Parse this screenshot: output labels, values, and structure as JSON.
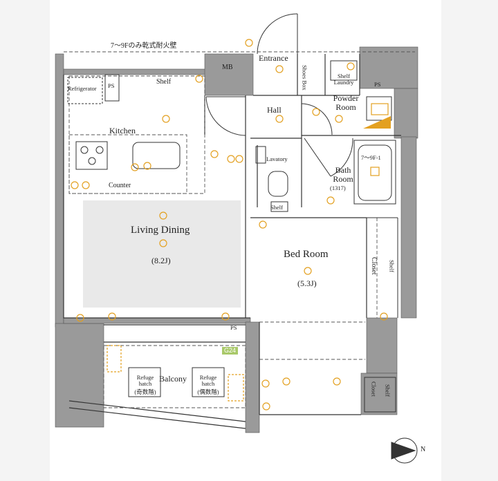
{
  "rooms": {
    "entrance": "Entrance",
    "mb": "MB",
    "shoes_box": "Shoes Box",
    "shelf_laundry": "Shelf Laundry",
    "ps_top_left": "PS",
    "ps_right": "PS",
    "ps_bottom": "PS",
    "refrigerator": "Refrigerator",
    "shelf_kitchen": "Shelf",
    "kitchen": "Kitchen",
    "counter": "Counter",
    "hall": "Hall",
    "powder_room": "Powder Room",
    "lavatory": "Lavatory",
    "shelf_wc": "Shelf",
    "bath_room": "Bath Room",
    "bath_size": "(1317)",
    "bath_floor_note": "7～9F-1",
    "living_dining": "Living Dining",
    "living_dining_size": "(8.2J)",
    "bed_room": "Bed Room",
    "bed_room_size": "(5.3J)",
    "closet_upper": "Closet",
    "shelf_upper": "Shelf",
    "closet_lower": "Closet",
    "shelf_lower": "Shelf",
    "balcony": "Balcony",
    "refuge_hatch_1": "Refuge hatch",
    "refuge_hatch_1_note": "(奇数階)",
    "refuge_hatch_2": "Refuge hatch",
    "refuge_hatch_2_note": "(偶数階)"
  },
  "notes": {
    "fire_wall": "7～9Fのみ乾式耐火壁",
    "gas_meter": "G24",
    "north": "N"
  },
  "colors": {
    "wall": "#9a9a9a",
    "line": "#333333",
    "fixture": "#e3a020",
    "living_fill": "#e9e9e9"
  }
}
